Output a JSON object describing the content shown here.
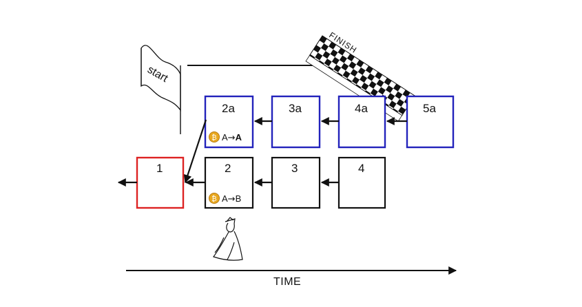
{
  "flags": {
    "start_label": "start",
    "finish_label": "FINISH"
  },
  "blocks": {
    "block_1": "1",
    "block_2": "2",
    "block_3": "3",
    "block_4": "4",
    "block_2a": "2a",
    "block_3a": "3a",
    "block_4a": "4a",
    "block_5a": "5a"
  },
  "transactions": {
    "tx_2_from": "A",
    "tx_2_arrow": "→",
    "tx_2_to": "B",
    "tx_2a_from": "A",
    "tx_2a_arrow": "→",
    "tx_2a_to": "A",
    "coin_symbol": "₿"
  },
  "axis": {
    "time_label": "TIME"
  },
  "colors": {
    "main_chain": "#1a1a1a",
    "attacker_chain": "#2222bb",
    "genesis_block": "#dd2222",
    "coin": "#e8a820",
    "coin_dark": "#b87a10"
  }
}
